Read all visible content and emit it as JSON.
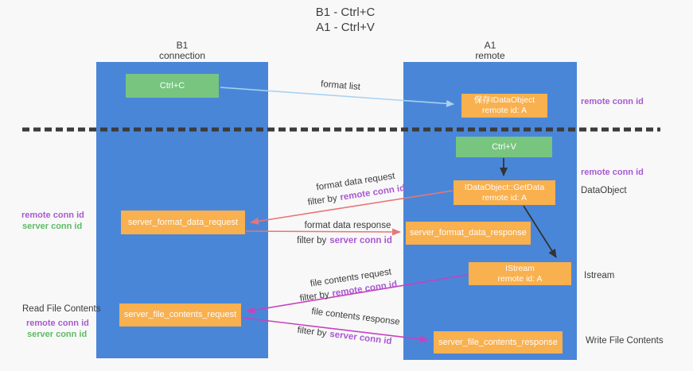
{
  "title": {
    "line1": "B1 - Ctrl+C",
    "line2": "A1 - Ctrl+V"
  },
  "lifelines": {
    "b1": {
      "name": "B1",
      "role": "connection"
    },
    "a1": {
      "name": "A1",
      "role": "remote"
    }
  },
  "nodes": {
    "ctrl_c": {
      "label": "Ctrl+C"
    },
    "ctrl_v": {
      "label": "Ctrl+V"
    },
    "save_dataobject": {
      "line1": "保存IDataObject",
      "line2": "remote id: A"
    },
    "getdata": {
      "line1": "IDataObject::GetData",
      "line2": "remote id: A"
    },
    "istream": {
      "line1": "IStream",
      "line2": "remote id: A"
    },
    "format_request": {
      "label": "server_format_data_request"
    },
    "format_response": {
      "label": "server_format_data_response"
    },
    "file_request": {
      "label": "server_file_contents_request"
    },
    "file_response": {
      "label": "server_file_contents_response"
    }
  },
  "messages": {
    "format_list": {
      "label": "format list"
    },
    "format_data_request": {
      "label": "format data request",
      "filter_prefix": "filter by",
      "filter_key": "remote conn id"
    },
    "format_data_response": {
      "label": "format data response",
      "filter_prefix": "filter by",
      "filter_key": "server conn id"
    },
    "file_contents_request": {
      "label": "file contents request",
      "filter_prefix": "filter by",
      "filter_key": "remote conn id"
    },
    "file_contents_response": {
      "label": "file contents response",
      "filter_prefix": "filter by",
      "filter_key": "server conn id"
    }
  },
  "annotations": {
    "right": {
      "remote_conn_id_1": "remote conn id",
      "remote_conn_id_2": "remote conn id",
      "dataobject": "DataObject",
      "istream": "Istream",
      "write_file_contents": "Write File Contents"
    },
    "left": {
      "remote_conn_id_1": "remote conn id",
      "server_conn_id_1": "server conn id",
      "read_file_contents": "Read File Contents",
      "remote_conn_id_2": "remote conn id",
      "server_conn_id_2": "server conn id"
    }
  },
  "colors": {
    "lifeline_blue": "#4a86d8",
    "node_orange": "#f9b04e",
    "node_green": "#77c57f",
    "arrow_red": "#e87676",
    "arrow_magenta": "#c841bd",
    "arrow_lightblue": "#a9d2f0",
    "arrow_black": "#333333",
    "dashed_line": "#3b3b3b",
    "text_purple": "#a95ad0",
    "text_green": "#5dbb63",
    "background": "#f8f8f9"
  }
}
